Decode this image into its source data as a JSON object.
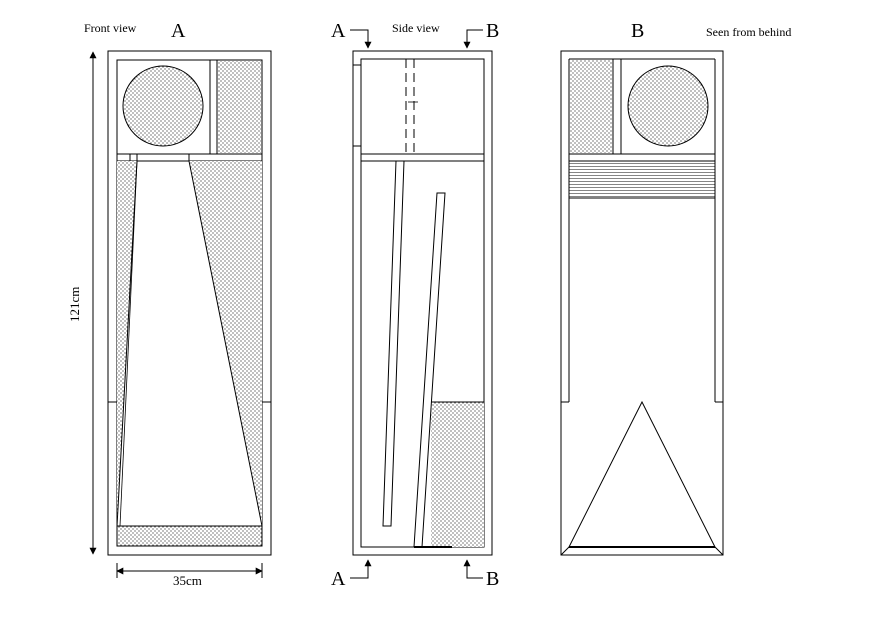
{
  "labels": {
    "front_view": "Front view",
    "side_view": "Side view",
    "behind_view": "Seen from behind",
    "section_a": "A",
    "section_b": "B",
    "height_dim": "121cm",
    "width_dim": "35cm"
  }
}
